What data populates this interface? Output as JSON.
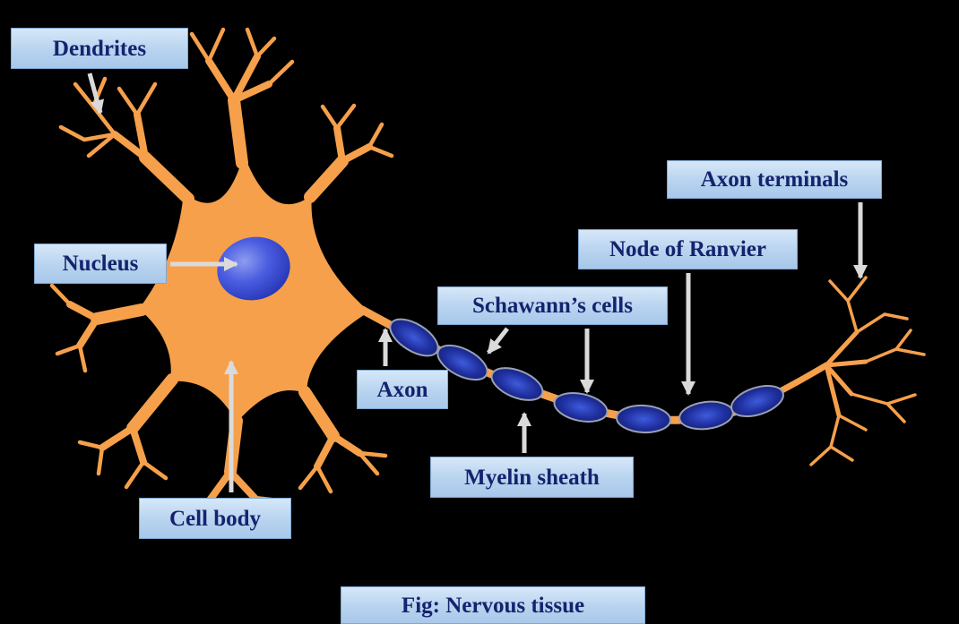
{
  "figure": {
    "caption": "Fig: Nervous tissue"
  },
  "labels": {
    "dendrites": "Dendrites",
    "nucleus": "Nucleus",
    "cell_body": "Cell body",
    "axon": "Axon",
    "schwann_cells": "Schawann’s cells",
    "myelin_sheath": "Myelin sheath",
    "node_of_ranvier": "Node of Ranvier",
    "axon_terminals": "Axon terminals"
  },
  "colors": {
    "background": "#000000",
    "neuron_orange": "#F6A04B",
    "label_background": "#B7D3EF",
    "label_text": "#15236E",
    "myelin_dark_blue": "#1F2F9E",
    "nucleus_blue": "#4A5CE0",
    "arrow_gray": "#DADADA"
  }
}
